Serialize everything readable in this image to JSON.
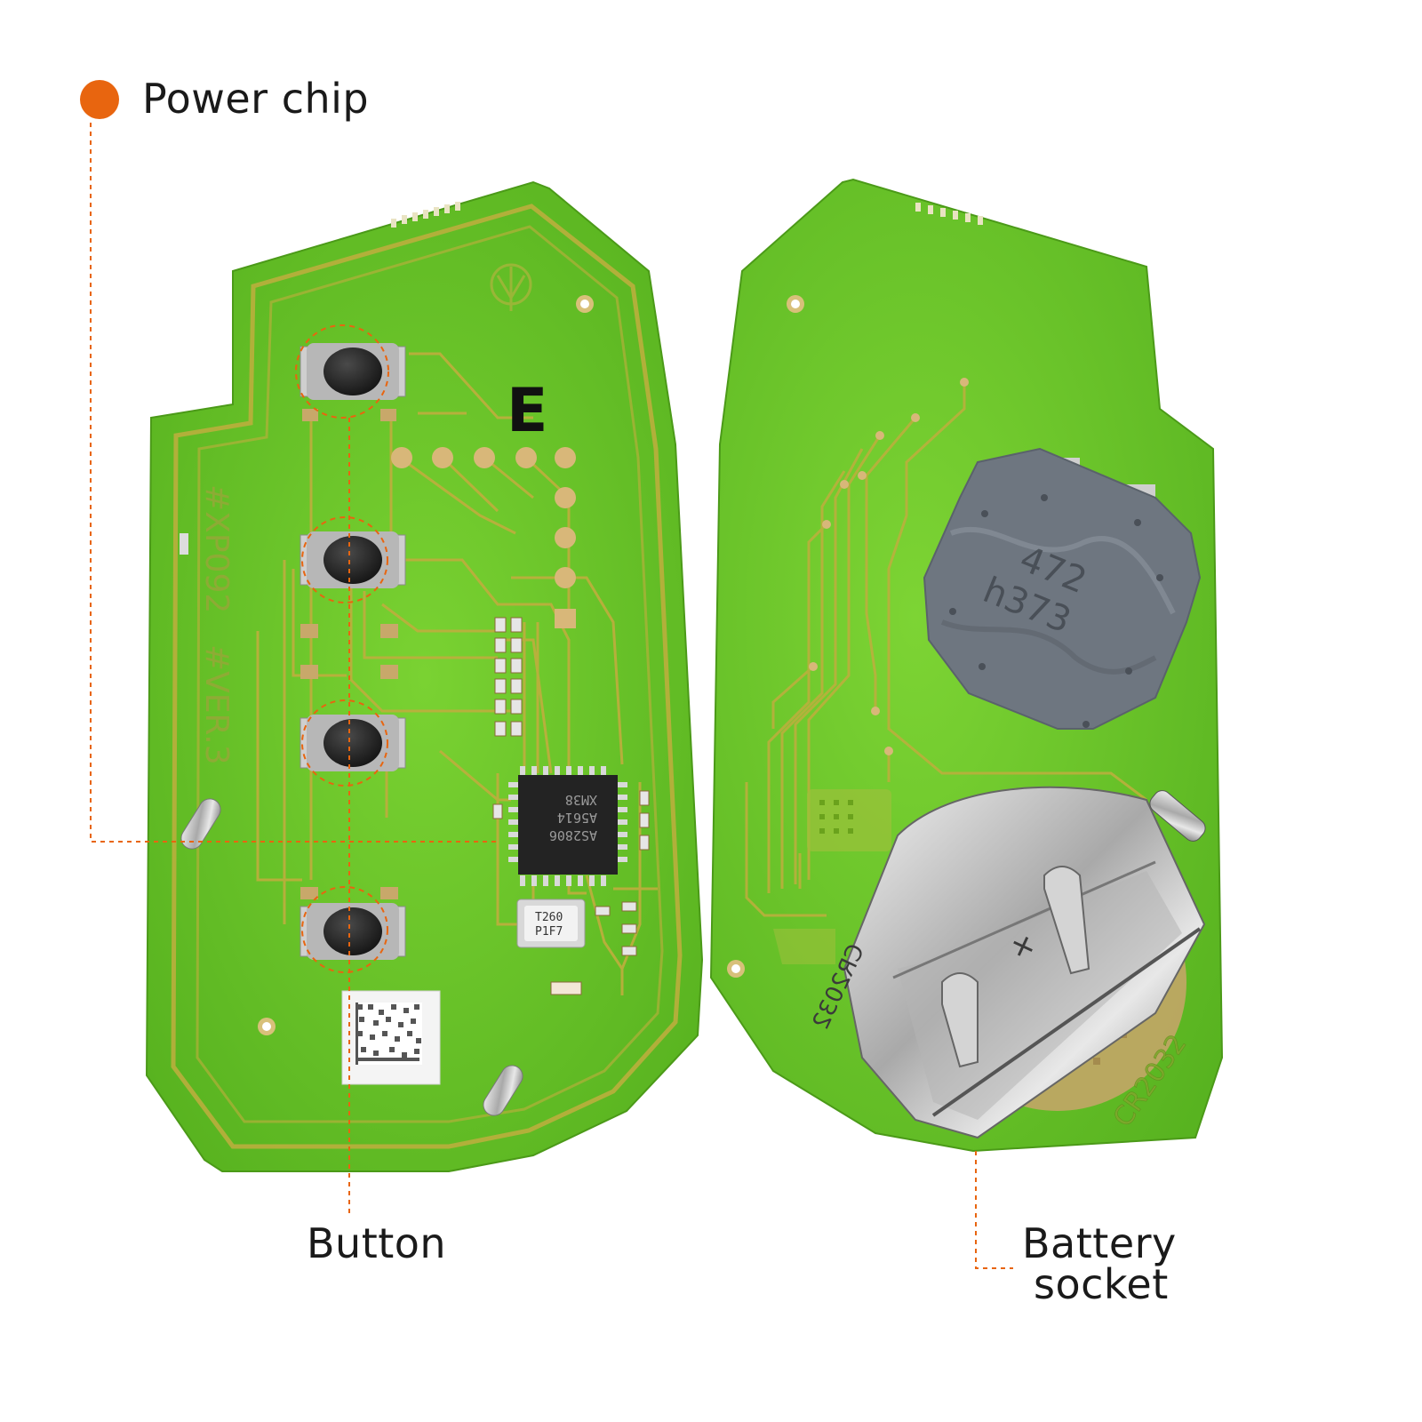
{
  "callouts": {
    "power_chip": "Power chip",
    "button": "Button",
    "battery_line1": "Battery",
    "battery_line2": "socket"
  },
  "left_board": {
    "model": "#XP092",
    "version": "#VER.3",
    "letter": "E",
    "chip_lines": [
      "XM38",
      "A5614",
      "AS2806"
    ],
    "crystal_lines": [
      "T260",
      "P1F7"
    ]
  },
  "right_board": {
    "sensor_lines": [
      "472",
      "h373"
    ],
    "battery_socket_text": "CR2032",
    "board_battery_text": "CR2032",
    "polarity": "+"
  },
  "colors": {
    "accent": "#E8650F",
    "pcb": "#6DC82A",
    "pcb_dark": "#56A81C",
    "trace": "#B9A93A",
    "pad": "#C8A86A"
  }
}
